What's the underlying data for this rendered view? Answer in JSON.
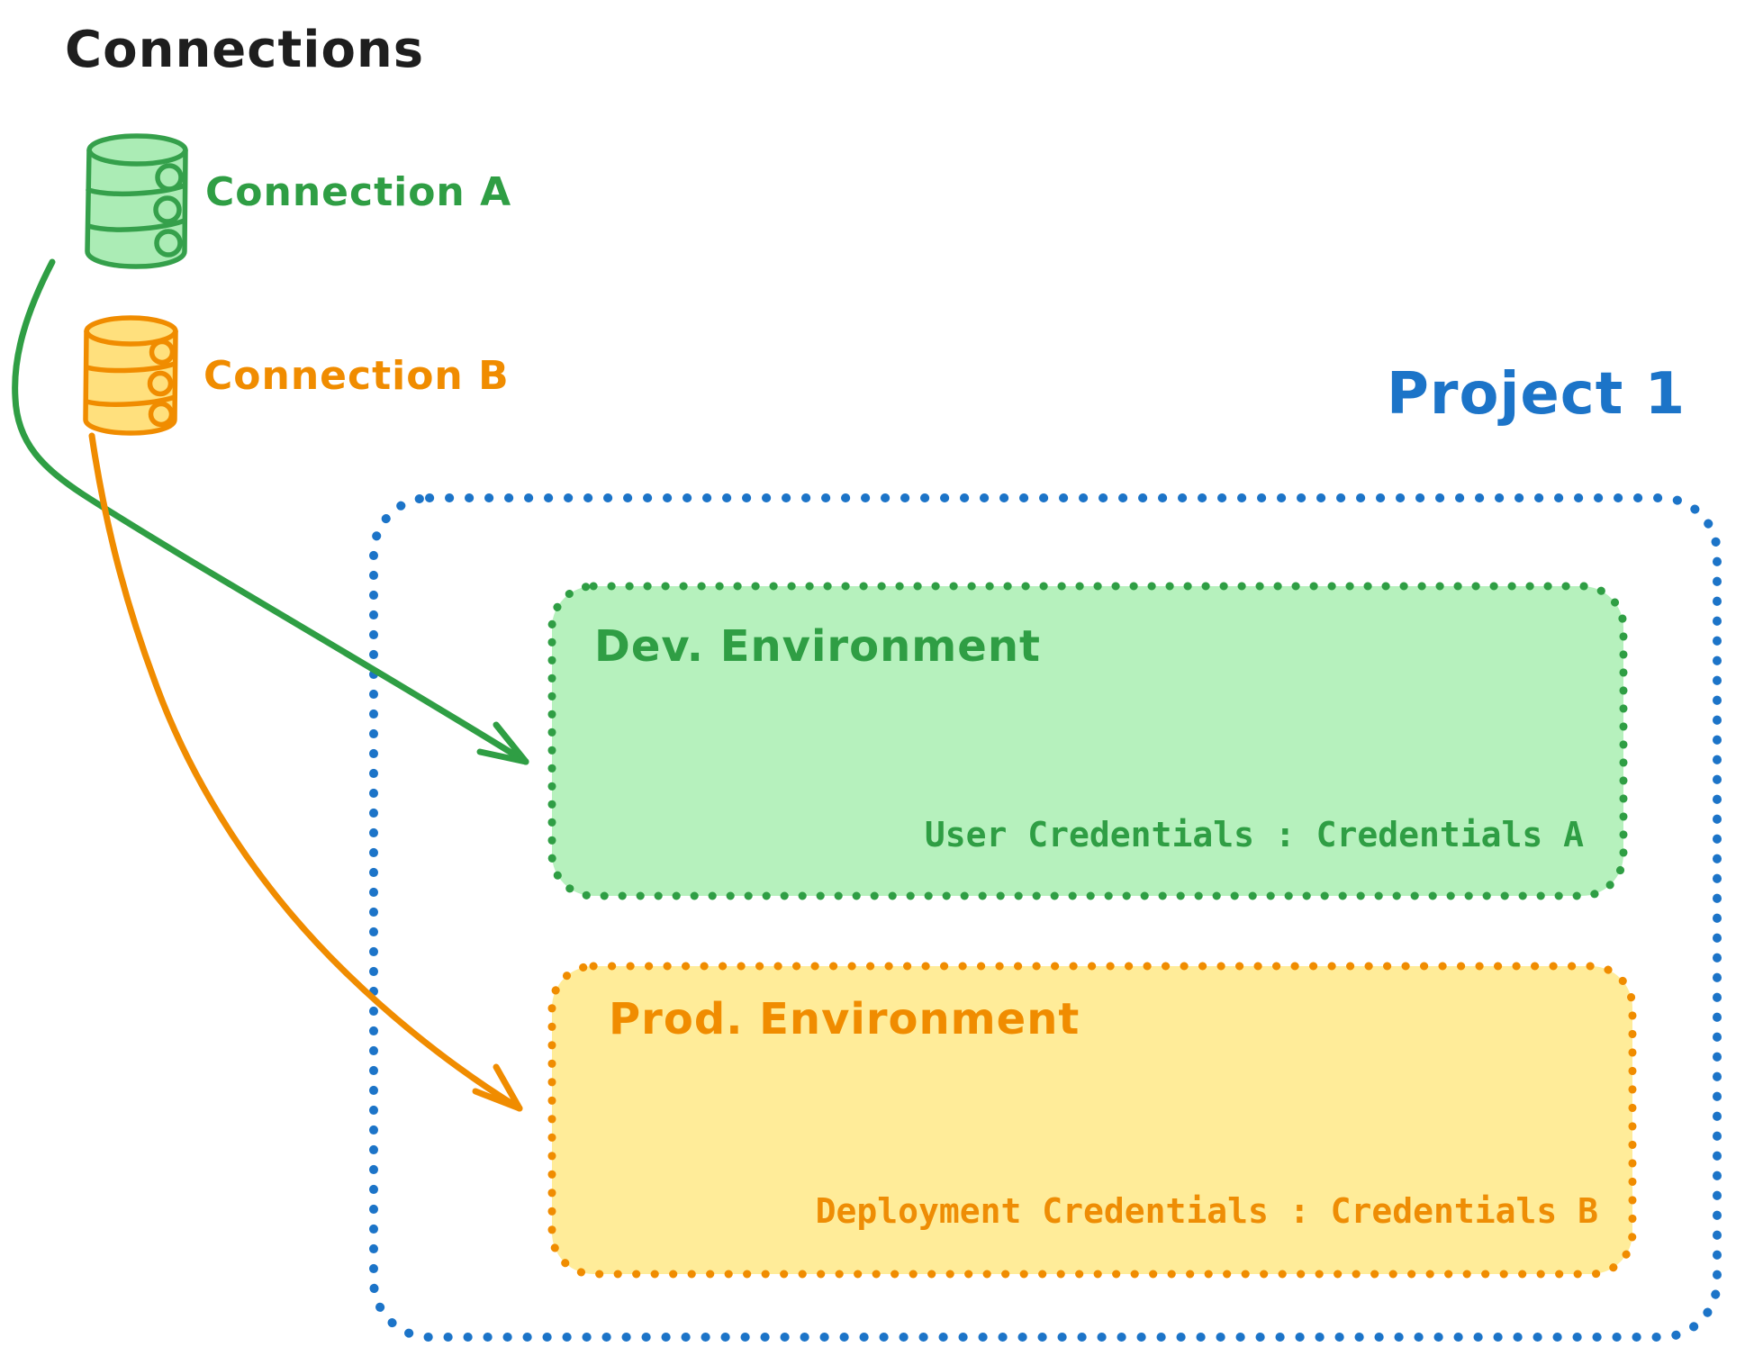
{
  "title": "Connections",
  "connections": [
    {
      "label": "Connection A",
      "icon": "database-icon",
      "color": "#2f9e44",
      "fill": "#abecb5"
    },
    {
      "label": "Connection B",
      "icon": "database-icon",
      "color": "#f08c00",
      "fill": "#ffe07d"
    }
  ],
  "project": {
    "label": "Project 1",
    "color": "#1c74c8",
    "environments": [
      {
        "name": "Dev. Environment",
        "credentials": "User Credentials : Credentials A",
        "stroke": "#2f9e44",
        "fill": "#b6f1bd",
        "linked_connection": "Connection A"
      },
      {
        "name": "Prod. Environment",
        "credentials": "Deployment Credentials : Credentials B",
        "stroke": "#f08c00",
        "fill": "#ffec99",
        "linked_connection": "Connection B"
      }
    ]
  }
}
